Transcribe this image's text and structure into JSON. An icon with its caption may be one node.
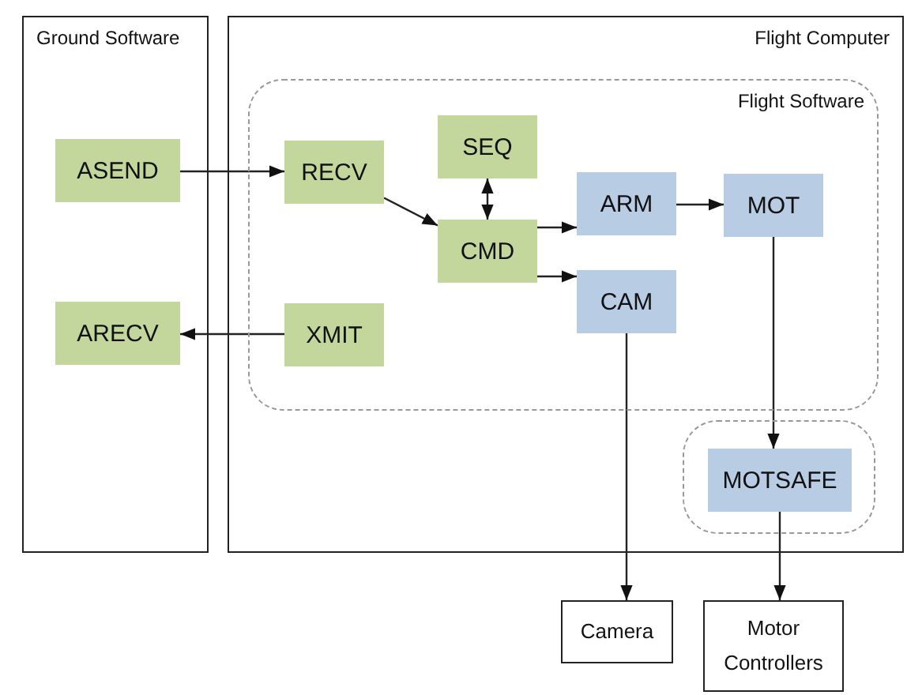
{
  "diagram": {
    "nodes": [
      {
        "text": [
          "Ground Software"
        ]
      },
      {
        "text": [
          "ASEND"
        ],
        "in": 0
      },
      {
        "text": [
          "ARECV"
        ],
        "in": 0
      },
      {
        "text": [
          "Flight Computer"
        ]
      },
      {
        "text": [
          "Flight Software"
        ],
        "in": 3
      },
      {
        "text": [
          "RECV"
        ],
        "in": 4
      },
      {
        "text": [
          "SEQ"
        ],
        "in": 4
      },
      {
        "text": [
          "CMD"
        ],
        "in": 4
      },
      {
        "text": [
          "ARM"
        ],
        "in": 4
      },
      {
        "text": [
          "MOT"
        ],
        "in": 4
      },
      {
        "text": [
          "CAM"
        ],
        "in": 4
      },
      {
        "text": [
          "XMIT"
        ],
        "in": 4
      },
      {
        "text": [],
        "shape": "box",
        "in": 3
      },
      {
        "text": [
          "MOTSAFE"
        ],
        "in": 12
      },
      {
        "text": [
          "Camera"
        ]
      },
      {
        "text": [
          "Motor Controllers"
        ]
      }
    ],
    "edges": [
      {
        "from": 1,
        "to": 5,
        "arrow": "to"
      },
      {
        "from": 11,
        "to": 2,
        "arrow": "to"
      },
      {
        "from": 5,
        "to": 7,
        "arrow": "to"
      },
      {
        "from": 6,
        "to": 7,
        "arrow": "both"
      },
      {
        "from": 7,
        "to": 8,
        "arrow": "to"
      },
      {
        "from": 7,
        "to": 10,
        "arrow": "to"
      },
      {
        "from": 8,
        "to": 9,
        "arrow": "to"
      },
      {
        "from": 9,
        "to": 13,
        "arrow": "to"
      },
      {
        "from": 10,
        "to": 14,
        "arrow": "to"
      },
      {
        "from": 13,
        "to": 15,
        "arrow": "to"
      }
    ]
  }
}
